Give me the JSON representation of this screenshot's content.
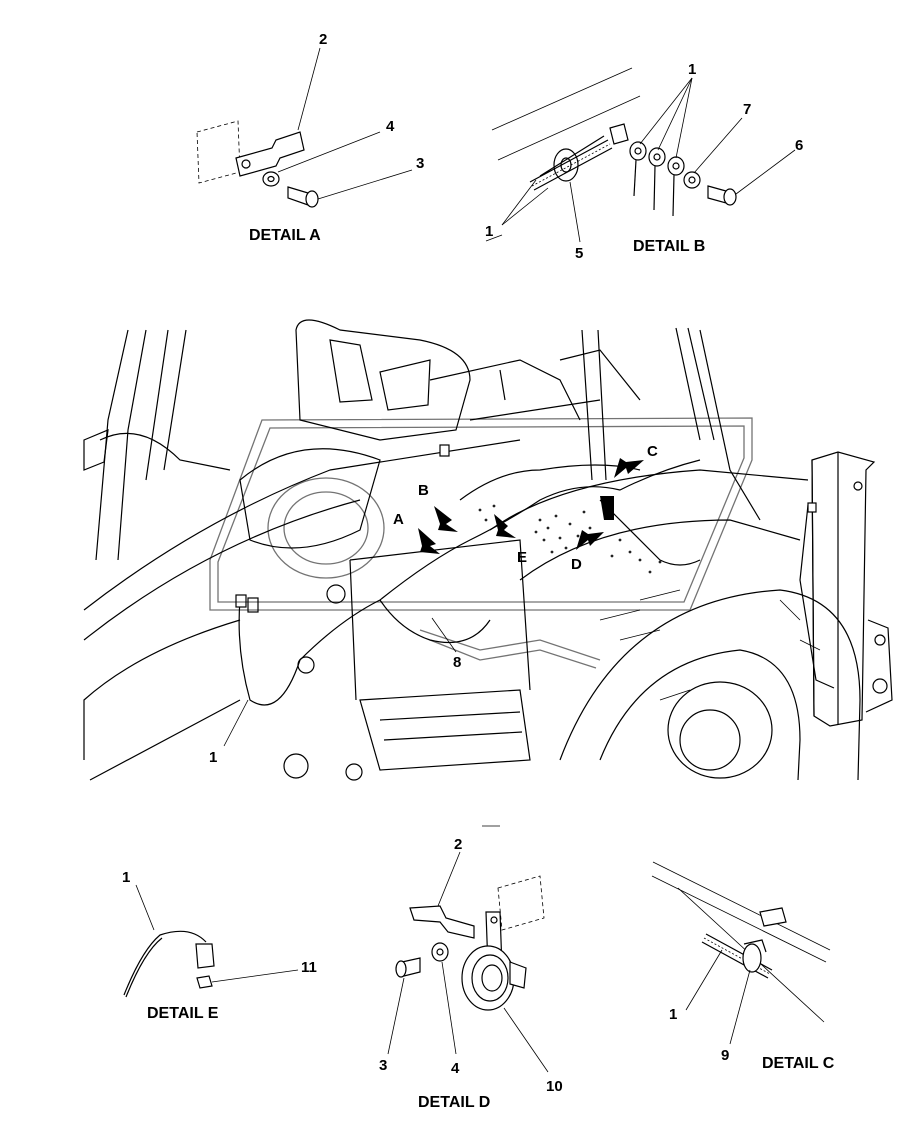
{
  "details": {
    "a": {
      "title": "DETAIL A",
      "callouts": [
        "2",
        "4",
        "3"
      ]
    },
    "b": {
      "title": "DETAIL B",
      "callouts": [
        "1",
        "7",
        "6",
        "1",
        "5"
      ]
    },
    "c": {
      "title": "DETAIL C",
      "callouts": [
        "1",
        "9"
      ]
    },
    "d": {
      "title": "DETAIL D",
      "callouts": [
        "2",
        "3",
        "4",
        "10"
      ]
    },
    "e": {
      "title": "DETAIL E",
      "callouts": [
        "1",
        "11"
      ]
    }
  },
  "main_view": {
    "letters": [
      "A",
      "B",
      "C",
      "D",
      "E"
    ],
    "callouts": [
      "8",
      "1"
    ]
  }
}
